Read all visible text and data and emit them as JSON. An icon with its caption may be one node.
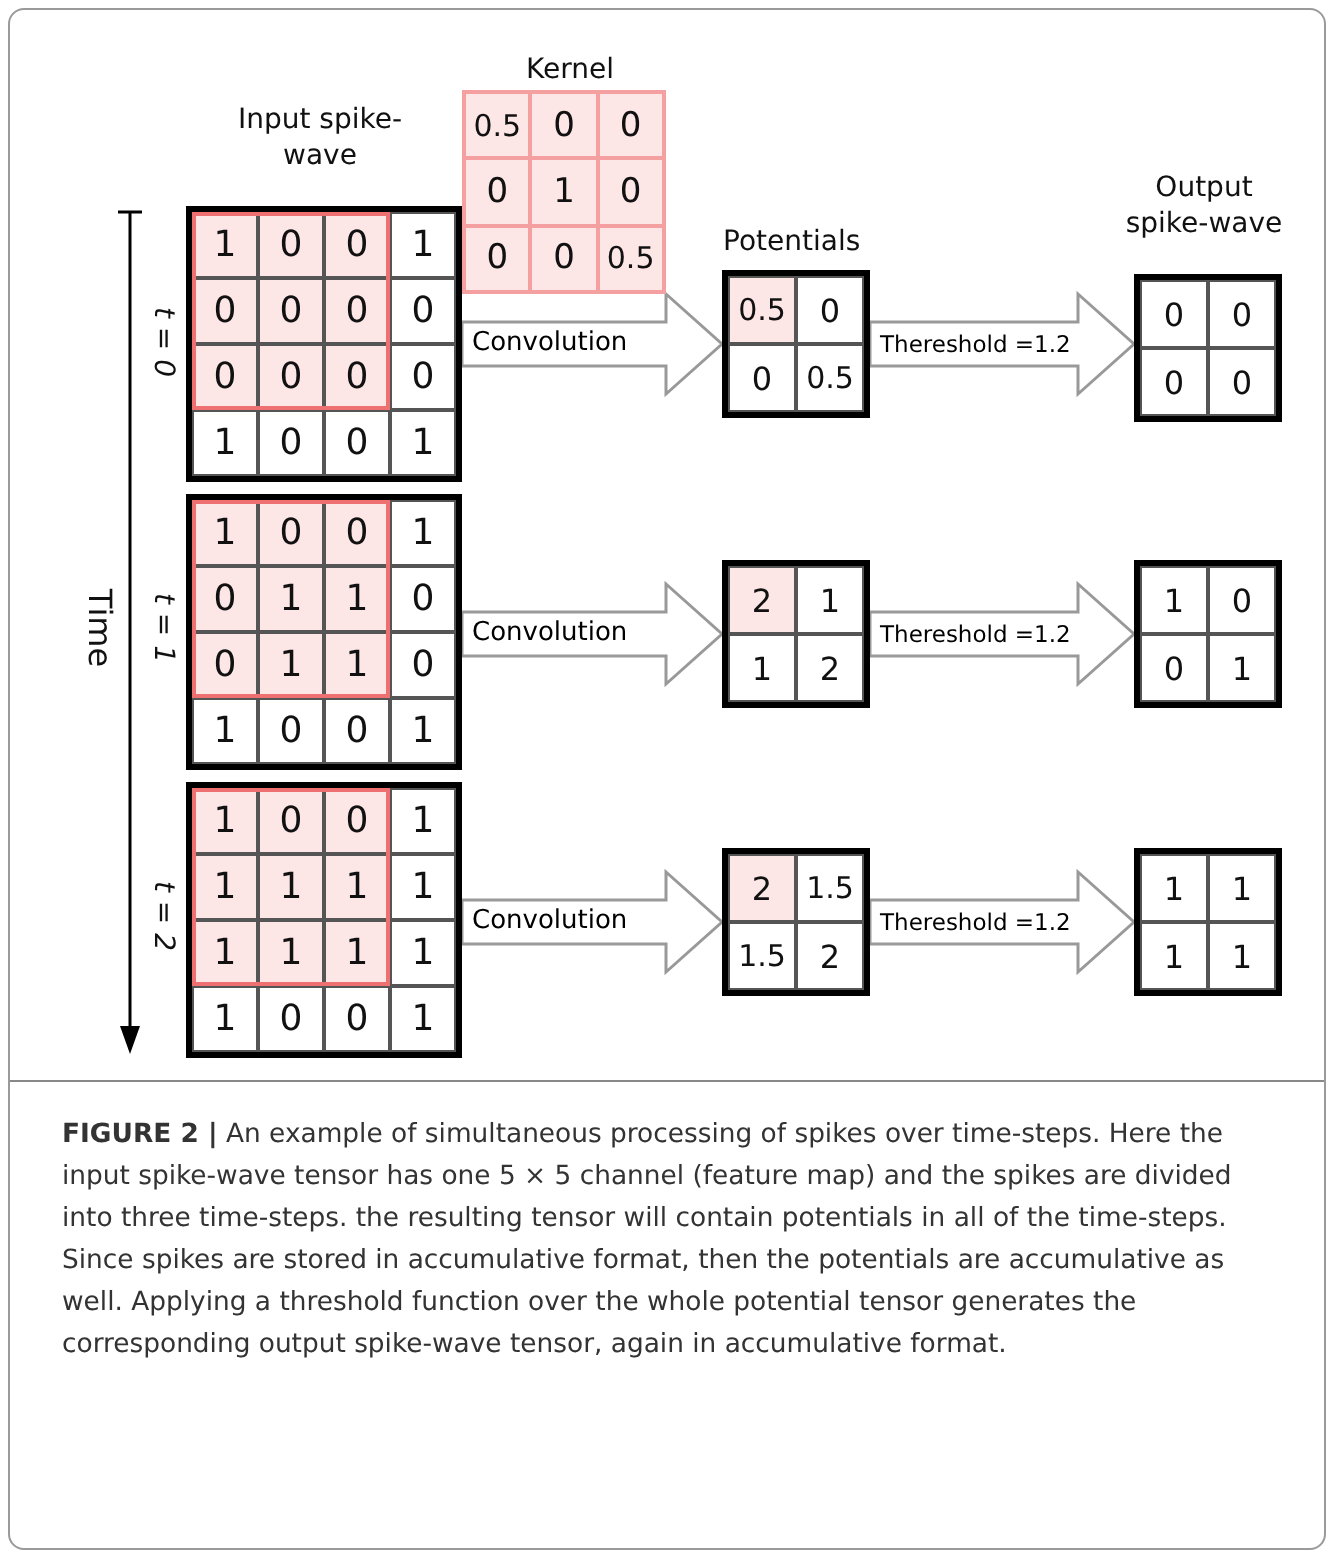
{
  "diagram": {
    "caption": "**FIGURE 2 |** An example of simultaneous processing of spikes over time-steps. Here the input spike-wave tensor has one 5 × 5 channel (feature map) and the spikes are divided into three time-steps. the resulting tensor will contain potentials in all of the time-steps. Since spikes are stored in accumulative format, then the potentials are accumulative as well. Applying a threshold function over the whole potential tensor generates the corresponding output spike-wave tensor, again in accumulative format.",
    "nodes": [
      {
        "text": [
          "0.5",
          "0",
          "0",
          "0",
          "1",
          "0",
          "0",
          "0",
          "0.5"
        ]
      },
      {
        "text": [
          "1",
          "0",
          "0",
          "1",
          "0",
          "0",
          "0",
          "0",
          "0",
          "0",
          "0",
          "0",
          "1",
          "0",
          "0",
          "1"
        ]
      },
      {
        "text": [
          "0.5",
          "0",
          "0",
          "0.5"
        ]
      },
      {
        "text": [
          "0",
          "0",
          "0",
          "0"
        ]
      },
      {
        "text": [
          "1",
          "0",
          "0",
          "1",
          "0",
          "1",
          "1",
          "0",
          "0",
          "1",
          "1",
          "0",
          "1",
          "0",
          "0",
          "1"
        ]
      },
      {
        "text": [
          "2",
          "1",
          "1",
          "2"
        ]
      },
      {
        "text": [
          "1",
          "0",
          "0",
          "1"
        ]
      },
      {
        "text": [
          "1",
          "0",
          "0",
          "1",
          "1",
          "1",
          "1",
          "1",
          "1",
          "1",
          "1",
          "1",
          "1",
          "0",
          "0",
          "1"
        ]
      },
      {
        "text": [
          "2",
          "1.5",
          "1.5",
          "2"
        ]
      },
      {
        "text": [
          "1",
          "1",
          "1",
          "1"
        ]
      }
    ],
    "edges": [
      {
        "from": 1,
        "to": 2,
        "arrow": "to",
        "label": "Convolution"
      },
      {
        "from": 2,
        "to": 3,
        "arrow": "to",
        "label": "Thereshold =1.2"
      },
      {
        "from": 4,
        "to": 5,
        "arrow": "to",
        "label": "Convolution"
      },
      {
        "from": 5,
        "to": 6,
        "arrow": "to",
        "label": "Thereshold =1.2"
      },
      {
        "from": 7,
        "to": 8,
        "arrow": "to",
        "label": "Convolution"
      },
      {
        "from": 8,
        "to": 9,
        "arrow": "to",
        "label": "Thereshold =1.2"
      }
    ],
    "labels": [
      "Kernel",
      "Input spike-wave",
      "Potentials",
      "Output spike-wave",
      "t = 0",
      "t = 1",
      "t = 2",
      "Time"
    ]
  }
}
